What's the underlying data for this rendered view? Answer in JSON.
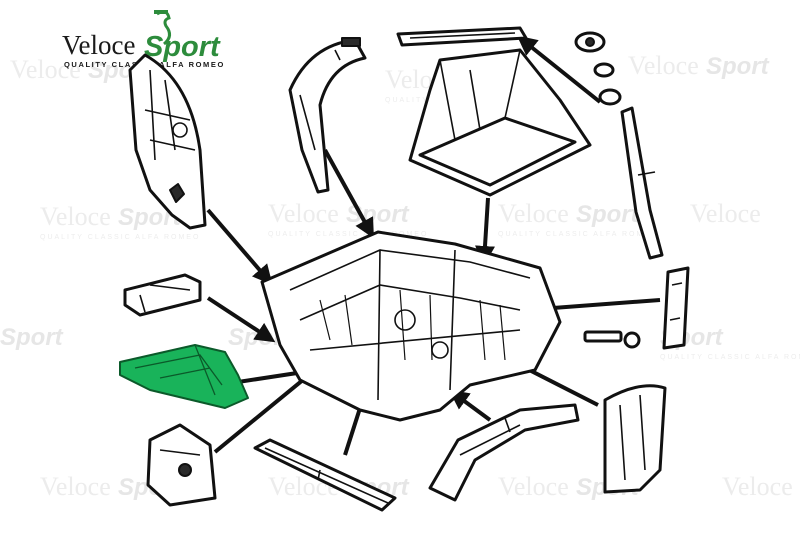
{
  "logo": {
    "brand_left": "Veloce",
    "brand_right": "Sport",
    "tagline": "QUALITY CLASSIC ALFA ROMEO",
    "accent": "#2d8c3c"
  },
  "watermark": {
    "brand_left": "Veloce",
    "brand_right": "Sport",
    "tagline": "QUALITY CLASSIC ALFA ROMEO"
  },
  "diagram": {
    "highlighted_part_color": "#19b35a",
    "line_color": "#111111"
  }
}
